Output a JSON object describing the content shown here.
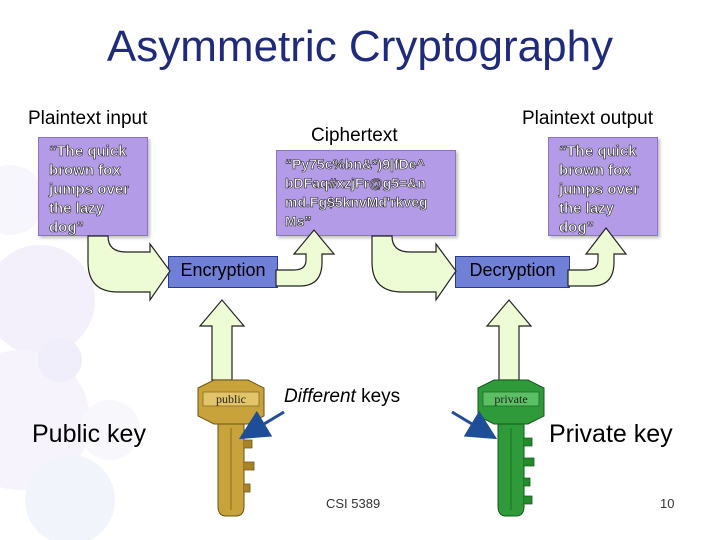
{
  "slide": {
    "title": "Asymmetric Cryptography",
    "plaintext_input_label": "Plaintext input",
    "plaintext_output_label": "Plaintext output",
    "ciphertext_label": "Ciphertext",
    "input_text": "“The quick\nbrown fox\njumps over\nthe lazy\ndog”",
    "cipher_text": "“Py75c%bn&*)9|fDe^\nbDFaq#xzjFr@g5=&n\nmd.Fg$5knvMd'rkveg\nMs”",
    "output_text": "“The quick\nbrown fox\njumps over\nthe lazy\ndog”",
    "encryption_label": "Encryption",
    "decryption_label": "Decryption",
    "public_key_tag": "public",
    "private_key_tag": "private",
    "different_keys_emph": "Different",
    "different_keys_rest": " keys",
    "public_key_label": "Public key",
    "private_key_label": "Private key",
    "footer": "CSI 5389",
    "page_number": "10"
  },
  "colors": {
    "title": "#1f2b7a",
    "text_box": "#b39be8",
    "process_box": "#6f80d6",
    "arrow_fill": "#eefcd6",
    "public_key": "#c8a23a",
    "private_key": "#2e9a3a",
    "pointer_arrow": "#1f4e99"
  }
}
